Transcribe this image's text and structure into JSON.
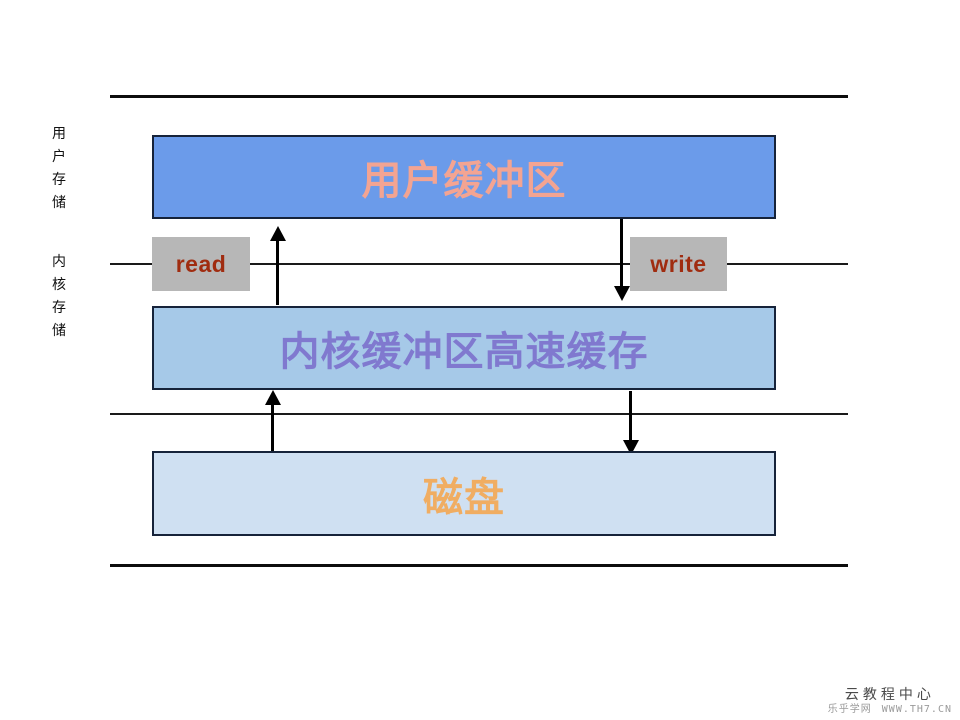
{
  "diagram": {
    "title_text": "",
    "side_labels": [
      {
        "name": "user-storage",
        "chars": [
          "用",
          "户",
          "存",
          "储"
        ]
      },
      {
        "name": "kernel-storage",
        "chars": [
          "内",
          "核",
          "存",
          "储"
        ]
      }
    ],
    "layers": [
      {
        "id": "user-buffer",
        "label": "用户缓冲区",
        "fill": "#6b9bea",
        "text_color": "#f3a492"
      },
      {
        "id": "kernel-buffer-cache",
        "label": "内核缓冲区高速缓存",
        "fill": "#a6c9e8",
        "text_color": "#8079cf"
      },
      {
        "id": "disk",
        "label": "磁盘",
        "fill": "#cfe0f2",
        "text_color": "#f0ad62"
      }
    ],
    "operations": [
      {
        "id": "read",
        "label": "read",
        "fill": "#b7b7b7",
        "text_color": "#a02c10"
      },
      {
        "id": "write",
        "label": "write",
        "fill": "#b7b7b7",
        "text_color": "#a02c10"
      }
    ],
    "flows": [
      {
        "id": "kernel-to-user",
        "direction": "up"
      },
      {
        "id": "user-to-kernel",
        "direction": "down"
      },
      {
        "id": "disk-to-kernel",
        "direction": "up"
      },
      {
        "id": "kernel-to-disk",
        "direction": "down"
      }
    ],
    "rule_color": "#0d0d0d"
  },
  "watermark": {
    "main": "云教程中心",
    "sub_left": "乐乎学网",
    "sub_url": "WWW.TH7.CN"
  }
}
